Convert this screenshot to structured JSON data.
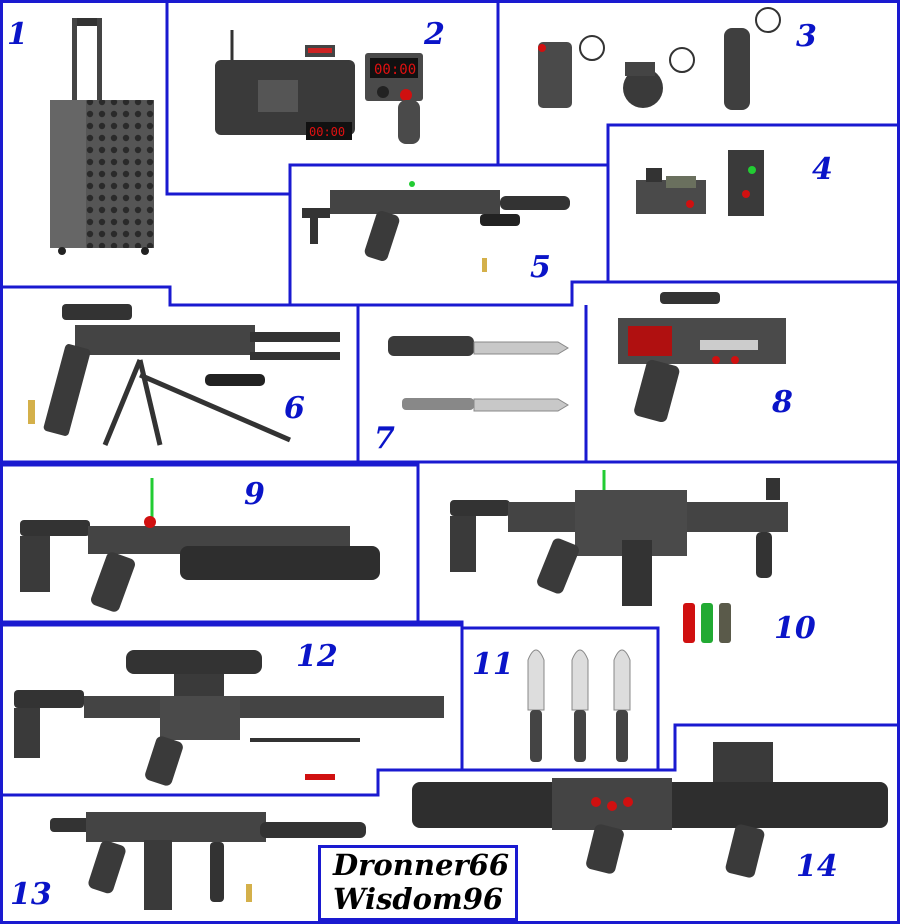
{
  "labels": [
    "1",
    "2",
    "3",
    "4",
    "5",
    "6",
    "7",
    "8",
    "9",
    "10",
    "11",
    "12",
    "13",
    "14"
  ],
  "credits": {
    "line1": "Dronner66",
    "line2": "Wisdom96"
  },
  "displays": {
    "timer_top": "00:00",
    "timer_bottom": "00:00"
  },
  "colors": {
    "border": "#1a1ad0",
    "label": "#0a14c8",
    "gun_dark": "#2b2b2b",
    "gun_mid": "#4a4a4a",
    "gun_light": "#777777",
    "accent_red": "#d01010",
    "accent_green": "#22cc33"
  },
  "items": [
    {
      "num": "1",
      "name": "hard-shell case"
    },
    {
      "num": "2",
      "name": "detonator and remote"
    },
    {
      "num": "3",
      "name": "grenades"
    },
    {
      "num": "4",
      "name": "optics and laser module"
    },
    {
      "num": "5",
      "name": "compact smg"
    },
    {
      "num": "6",
      "name": "anti-materiel rifle"
    },
    {
      "num": "7",
      "name": "bayonets"
    },
    {
      "num": "8",
      "name": "machine pistol"
    },
    {
      "num": "9",
      "name": "grenade launcher carbine"
    },
    {
      "num": "10",
      "name": "shotgun launcher"
    },
    {
      "num": "11",
      "name": "combat knives"
    },
    {
      "num": "12",
      "name": "scoped rifle"
    },
    {
      "num": "13",
      "name": "assault carbine"
    },
    {
      "num": "14",
      "name": "heavy recoilless launcher"
    }
  ]
}
